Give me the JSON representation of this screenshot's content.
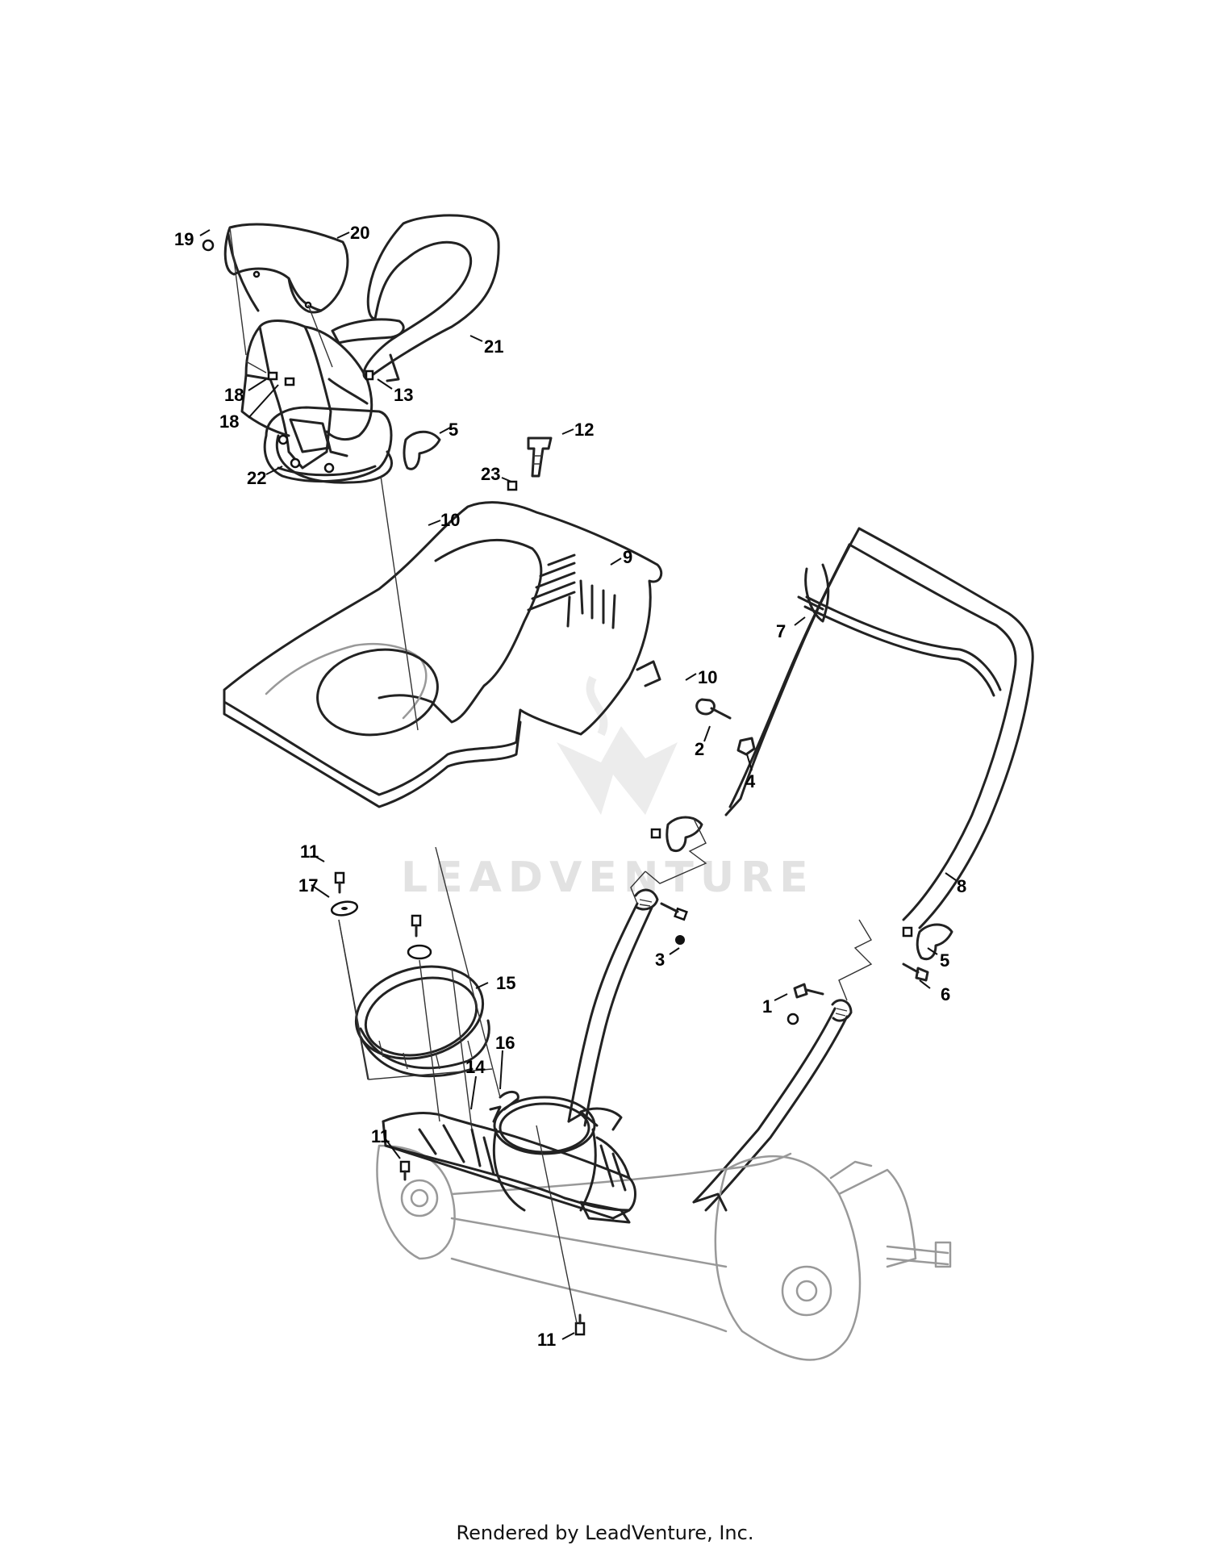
{
  "watermark": {
    "text": "LEADVENTURE"
  },
  "footer": {
    "text": "Rendered by LeadVenture, Inc."
  },
  "callouts": [
    {
      "id": "c19",
      "label": "19"
    },
    {
      "id": "c20",
      "label": "20"
    },
    {
      "id": "c21",
      "label": "21"
    },
    {
      "id": "c18a",
      "label": "18"
    },
    {
      "id": "c18b",
      "label": "18"
    },
    {
      "id": "c13",
      "label": "13"
    },
    {
      "id": "c5a",
      "label": "5"
    },
    {
      "id": "c22",
      "label": "22"
    },
    {
      "id": "c12",
      "label": "12"
    },
    {
      "id": "c23",
      "label": "23"
    },
    {
      "id": "c10a",
      "label": "10"
    },
    {
      "id": "c9",
      "label": "9"
    },
    {
      "id": "c7",
      "label": "7"
    },
    {
      "id": "c10b",
      "label": "10"
    },
    {
      "id": "c2",
      "label": "2"
    },
    {
      "id": "c4",
      "label": "4"
    },
    {
      "id": "c8",
      "label": "8"
    },
    {
      "id": "c11a",
      "label": "11"
    },
    {
      "id": "c17",
      "label": "17"
    },
    {
      "id": "c3",
      "label": "3"
    },
    {
      "id": "c5b",
      "label": "5"
    },
    {
      "id": "c6",
      "label": "6"
    },
    {
      "id": "c1",
      "label": "1"
    },
    {
      "id": "c15",
      "label": "15"
    },
    {
      "id": "c16",
      "label": "16"
    },
    {
      "id": "c14",
      "label": "14"
    },
    {
      "id": "c11b",
      "label": "11"
    },
    {
      "id": "c11c",
      "label": "11"
    }
  ]
}
